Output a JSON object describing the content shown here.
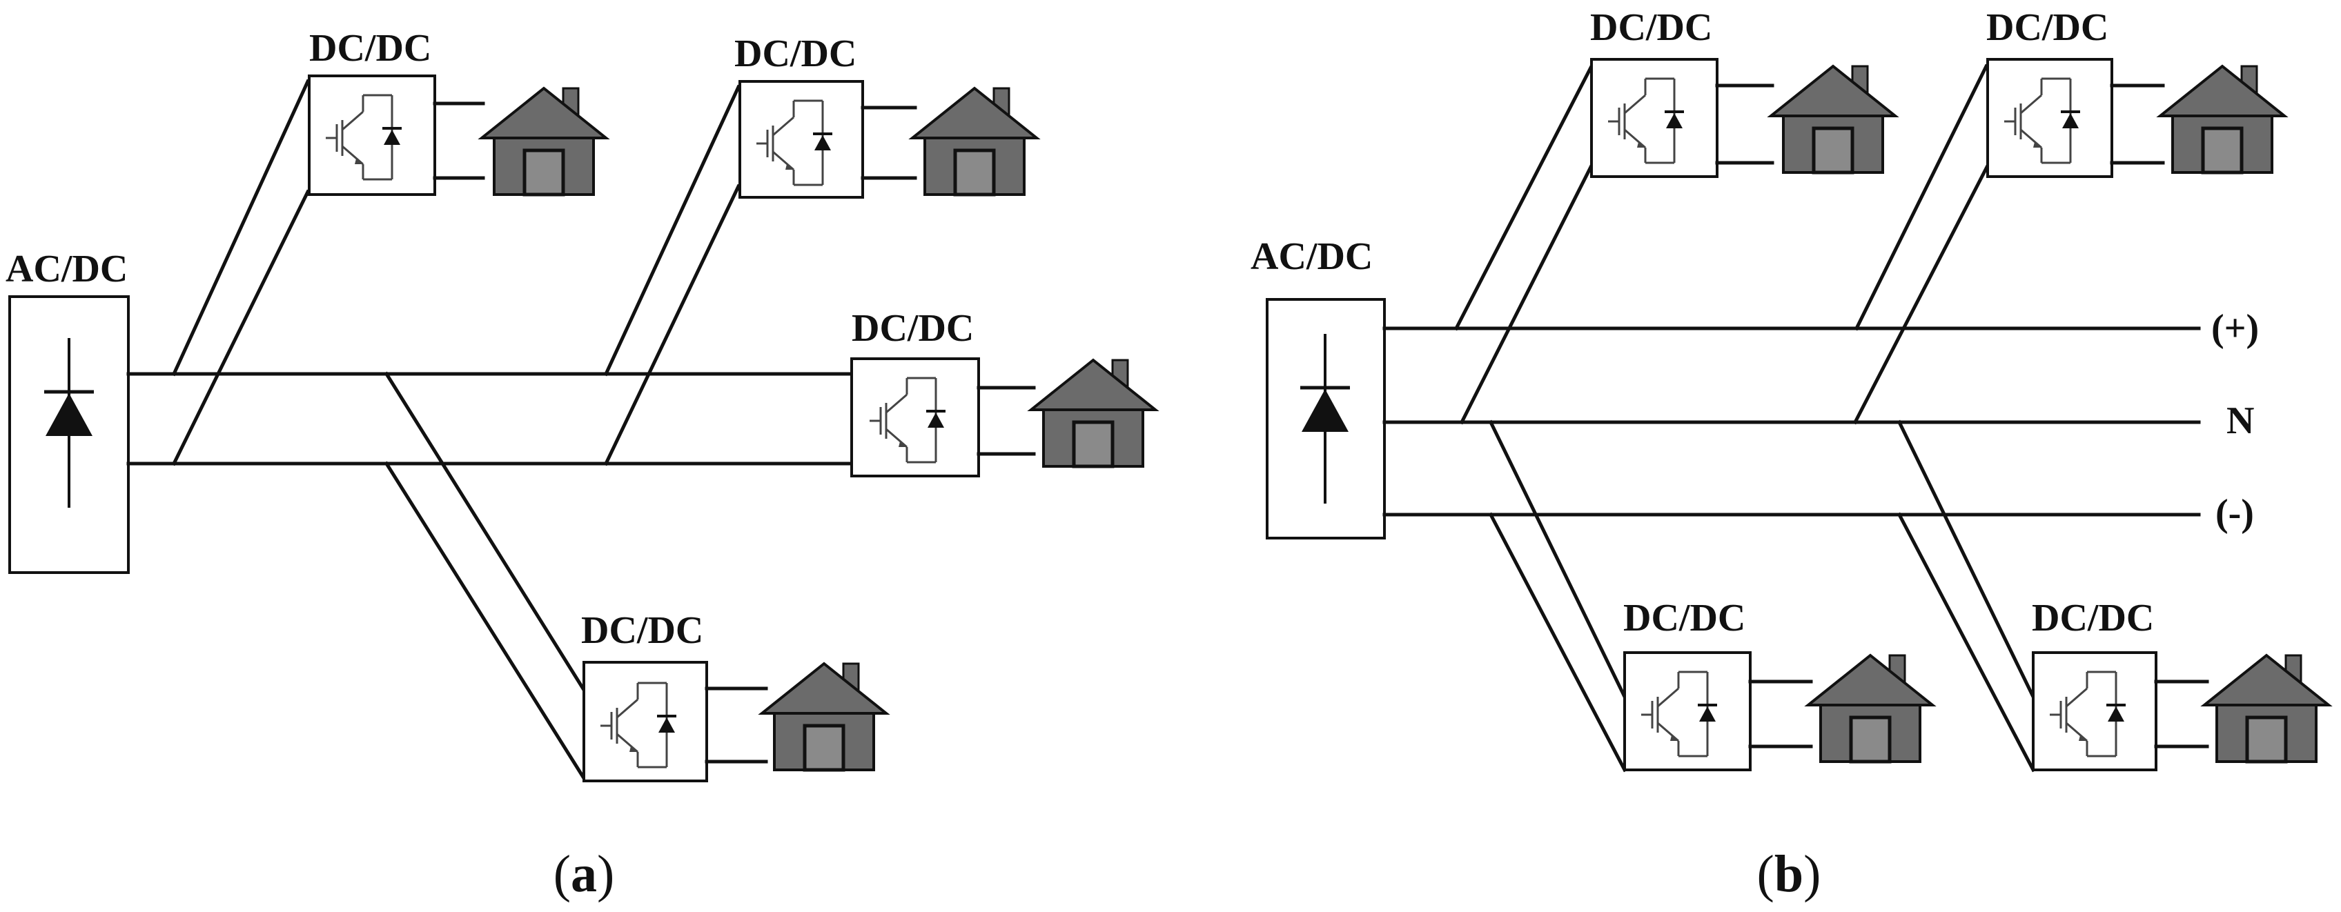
{
  "figure_a": {
    "caption_open": "(",
    "caption_letter": "a",
    "caption_close": ")",
    "rectifier_label": "AC/DC",
    "converter_labels": [
      "DC/DC",
      "DC/DC",
      "DC/DC",
      "DC/DC"
    ]
  },
  "figure_b": {
    "caption_open": "(",
    "caption_letter": "b",
    "caption_close": ")",
    "rectifier_label": "AC/DC",
    "converter_labels": [
      "DC/DC",
      "DC/DC",
      "DC/DC",
      "DC/DC"
    ],
    "bus_labels": [
      "(+)",
      "N",
      "(-)"
    ]
  },
  "icons": {
    "rectifier": "diode-icon",
    "converter": "igbt-diode-icon",
    "load": "house-icon"
  },
  "colors": {
    "line": "#111111",
    "house_fill": "#6b6b6b",
    "house_inner": "#8a8a8a",
    "converter_symbol": "#444444"
  }
}
